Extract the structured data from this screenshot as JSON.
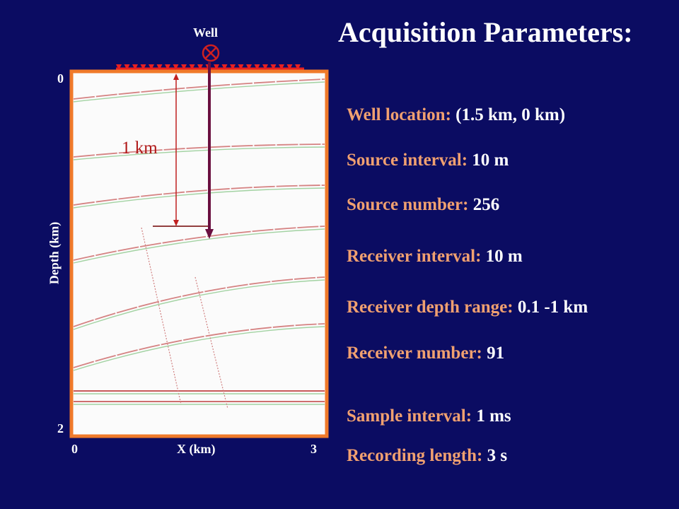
{
  "title": "Acquisition Parameters:",
  "figure": {
    "well_label": "Well",
    "scale_label": "1 km",
    "depth_axis_label": "Depth (km)",
    "x_axis_label": "X (km)",
    "depth_tick_top": "0",
    "depth_tick_bottom": "2",
    "x_tick_left": "0",
    "x_tick_right": "3",
    "frame_color": "#f07a2a",
    "well_color": "#6a1040",
    "source_color": "#e82020"
  },
  "params": [
    {
      "label": "Well location:",
      "value": "(1.5 km, 0 km)"
    },
    {
      "label": "Source interval:",
      "value": "10 m"
    },
    {
      "label": "Source number:",
      "value": "256"
    },
    {
      "label": "Receiver interval:",
      "value": "10 m"
    },
    {
      "label": "Receiver depth range:",
      "value": "0.1 -1 km"
    },
    {
      "label": "Receiver number:",
      "value": "91"
    },
    {
      "label": "Sample interval:",
      "value": "1 ms"
    },
    {
      "label": "Recording length:",
      "value": "3 s"
    }
  ]
}
